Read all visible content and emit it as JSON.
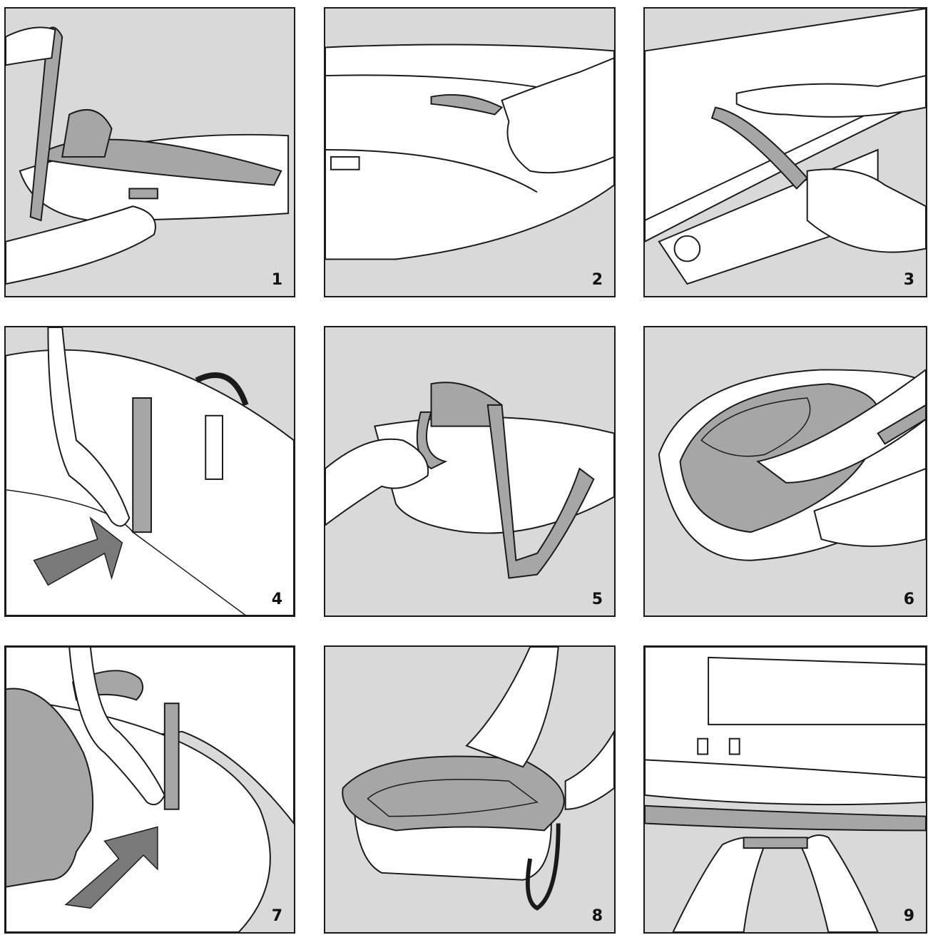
{
  "steps": [
    {
      "number": "1"
    },
    {
      "number": "2"
    },
    {
      "number": "3"
    },
    {
      "number": "4"
    },
    {
      "number": "5"
    },
    {
      "number": "6"
    },
    {
      "number": "7"
    },
    {
      "number": "8"
    },
    {
      "number": "9"
    }
  ],
  "colors": {
    "background": "#d9d9d9",
    "fabric": "#a6a6a6",
    "arrow": "#7a7a7a",
    "outline": "#1a1a1a",
    "shell": "#ffffff"
  }
}
